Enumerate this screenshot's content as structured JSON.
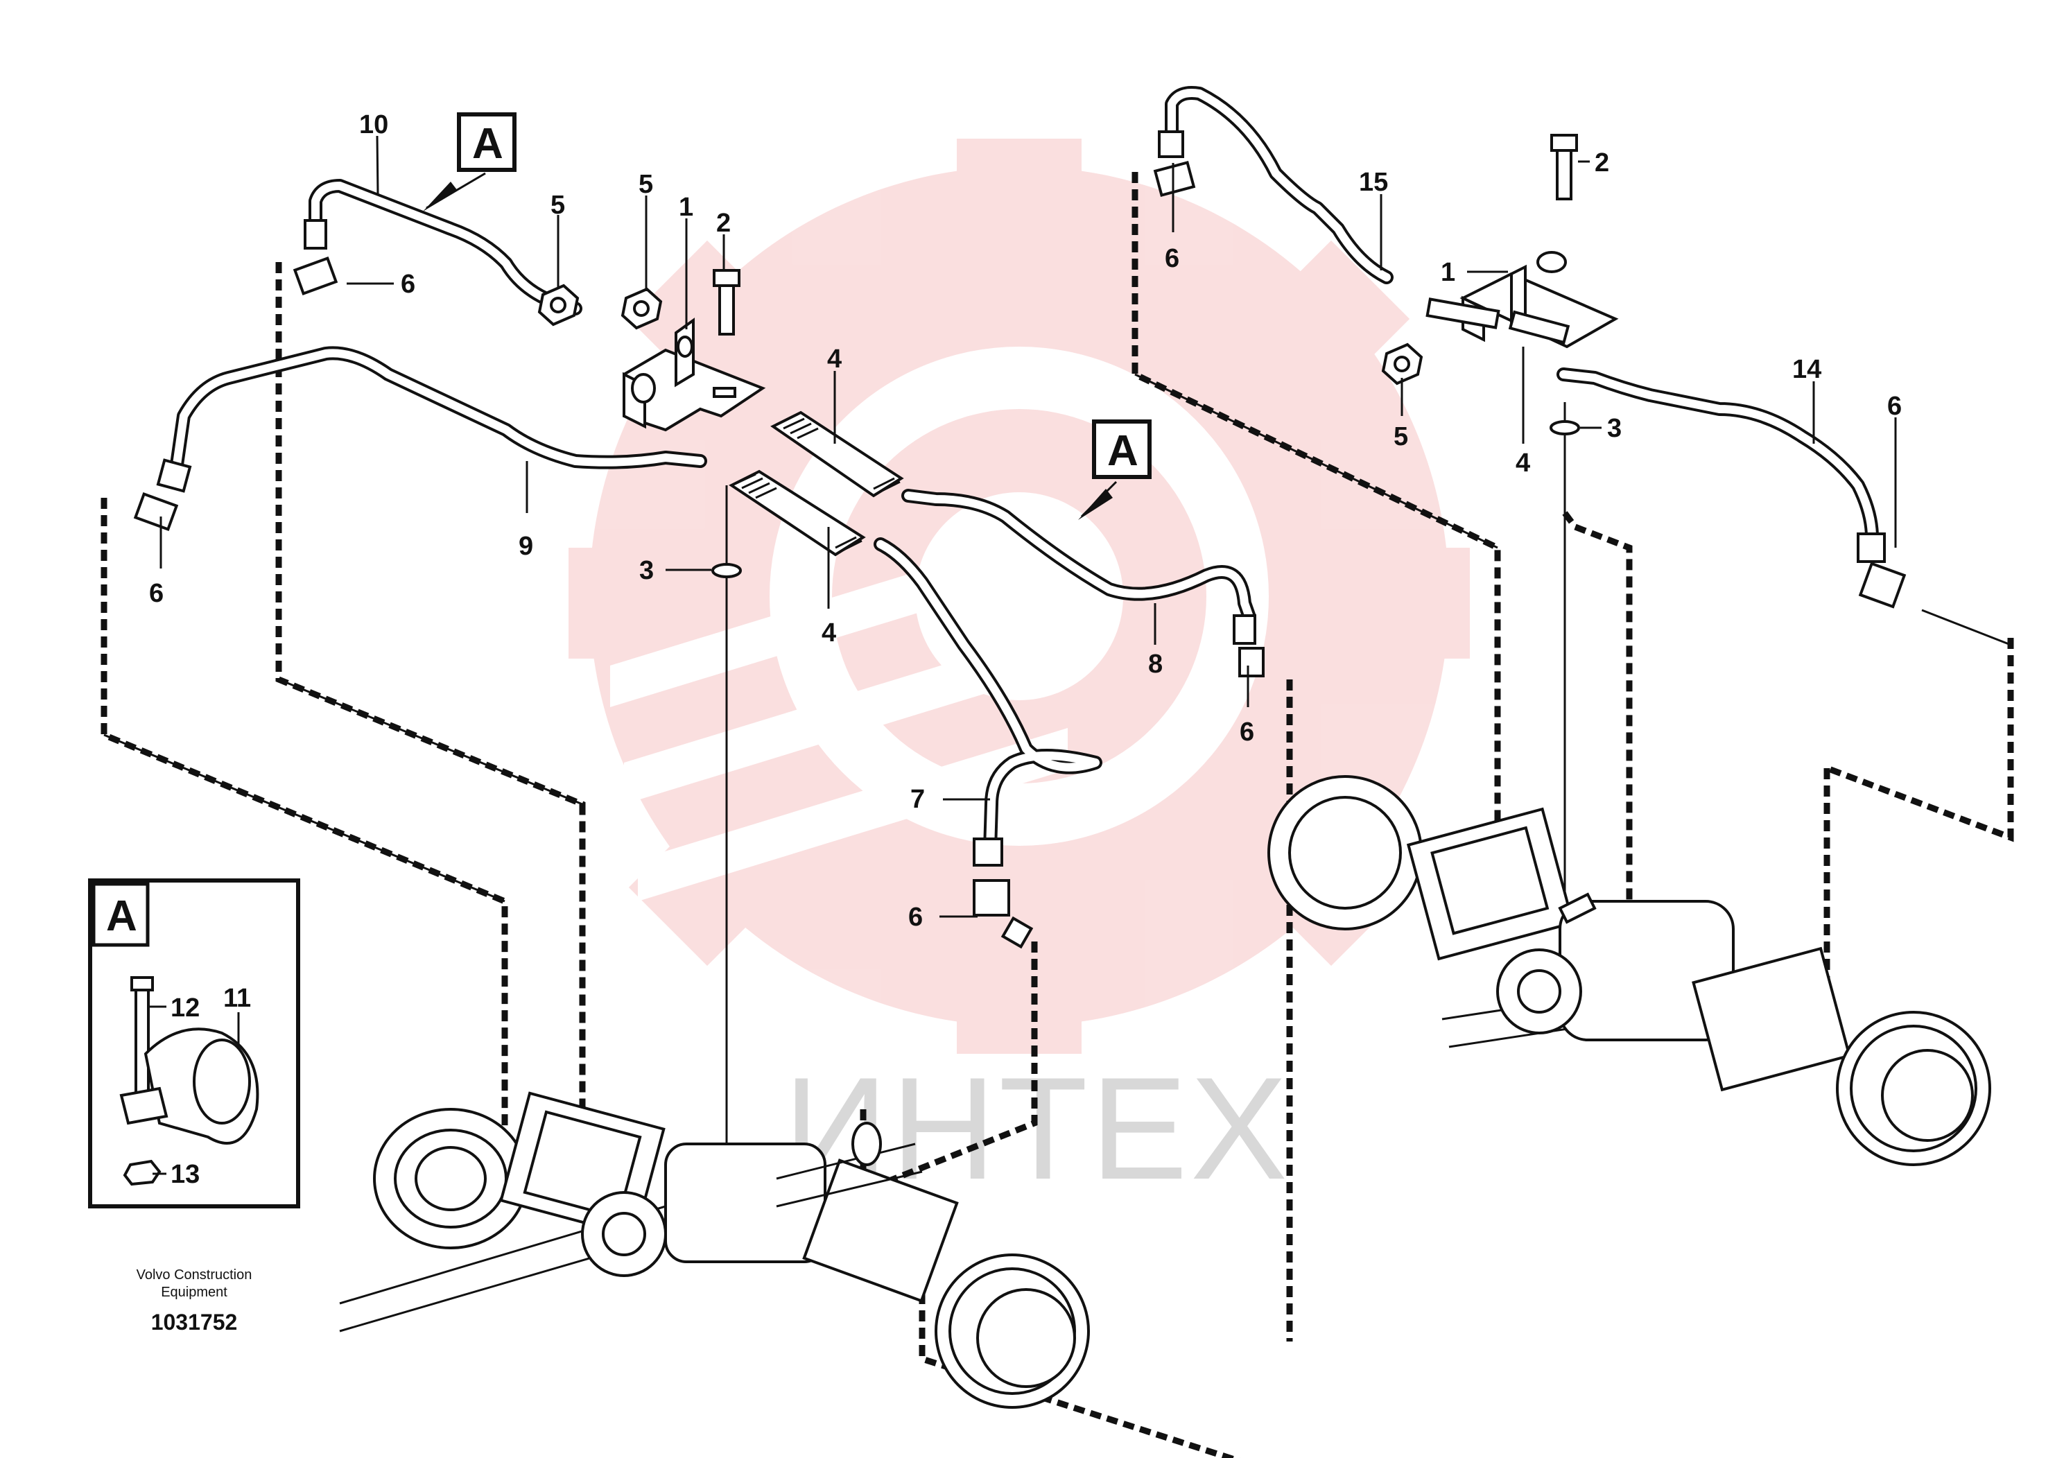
{
  "callouts": [
    {
      "id": "c10a",
      "text": "10"
    },
    {
      "id": "c6a",
      "text": "6"
    },
    {
      "id": "c5a",
      "text": "5"
    },
    {
      "id": "c5b",
      "text": "5"
    },
    {
      "id": "c1a",
      "text": "1"
    },
    {
      "id": "c2a",
      "text": "2"
    },
    {
      "id": "c4a",
      "text": "4"
    },
    {
      "id": "c4b",
      "text": "4"
    },
    {
      "id": "c3a",
      "text": "3"
    },
    {
      "id": "c9",
      "text": "9"
    },
    {
      "id": "c6b",
      "text": "6"
    },
    {
      "id": "c8",
      "text": "8"
    },
    {
      "id": "c6c",
      "text": "6"
    },
    {
      "id": "c7",
      "text": "7"
    },
    {
      "id": "c6d",
      "text": "6"
    },
    {
      "id": "c15",
      "text": "15"
    },
    {
      "id": "c2b",
      "text": "2"
    },
    {
      "id": "c6e",
      "text": "6"
    },
    {
      "id": "c1b",
      "text": "1"
    },
    {
      "id": "c5c",
      "text": "5"
    },
    {
      "id": "c4c",
      "text": "4"
    },
    {
      "id": "c3b",
      "text": "3"
    },
    {
      "id": "c14",
      "text": "14"
    },
    {
      "id": "c6f",
      "text": "6"
    },
    {
      "id": "c12",
      "text": "12"
    },
    {
      "id": "c11",
      "text": "11"
    },
    {
      "id": "c13",
      "text": "13"
    }
  ],
  "detail_refs": [
    "A",
    "A",
    "A"
  ],
  "footer": {
    "brand_line1": "Volvo Construction",
    "brand_line2": "Equipment",
    "drawing_number": "1031752"
  },
  "watermark": {
    "text": "ИНТЕХ",
    "color": "#f2a8a8"
  }
}
